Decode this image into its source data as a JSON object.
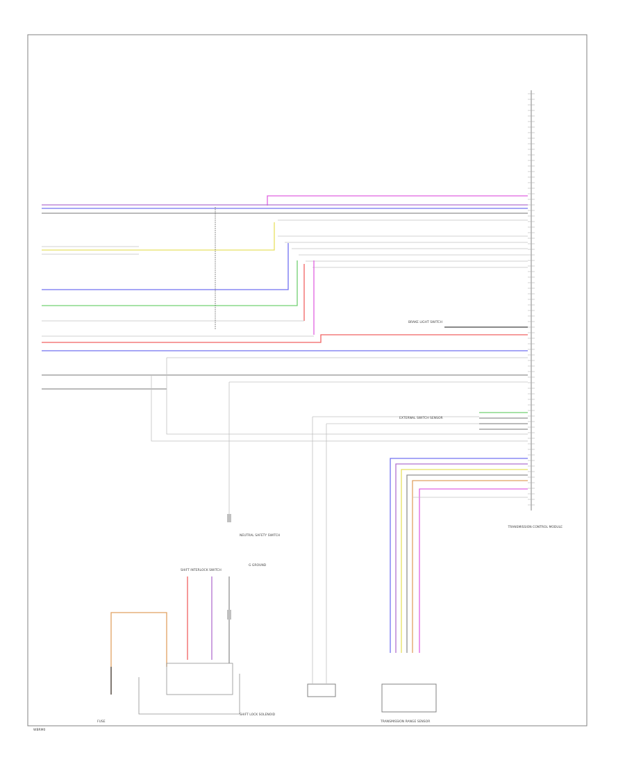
{
  "footer": {
    "code": "WBRM0"
  },
  "module": {
    "name": "TRANSMISSION CONTROL MODULE"
  },
  "colors": {
    "blue": "#7070f0",
    "violet": "#b070d0",
    "pink": "#e060e0",
    "yellow": "#e8e060",
    "green": "#70d070",
    "red": "#f06060",
    "orange": "#e0a060",
    "gray": "#909090",
    "black": "#404040",
    "frame": "#808080"
  },
  "labels": {
    "neutral_switch": "NEUTRAL SAFETY SWITCH",
    "ground": "G GROUND",
    "shift_lock": "SHIFT LOCK SOLENOID",
    "shift_interlock": "SHIFT INTERLOCK SWITCH",
    "transmission_range": "TRANSMISSION RANGE SENSOR",
    "ext_sensor": "EXTERNAL SWITCH SENSOR",
    "fuse": "FUSE",
    "brake_light": "BRAKE LIGHT SWITCH"
  }
}
